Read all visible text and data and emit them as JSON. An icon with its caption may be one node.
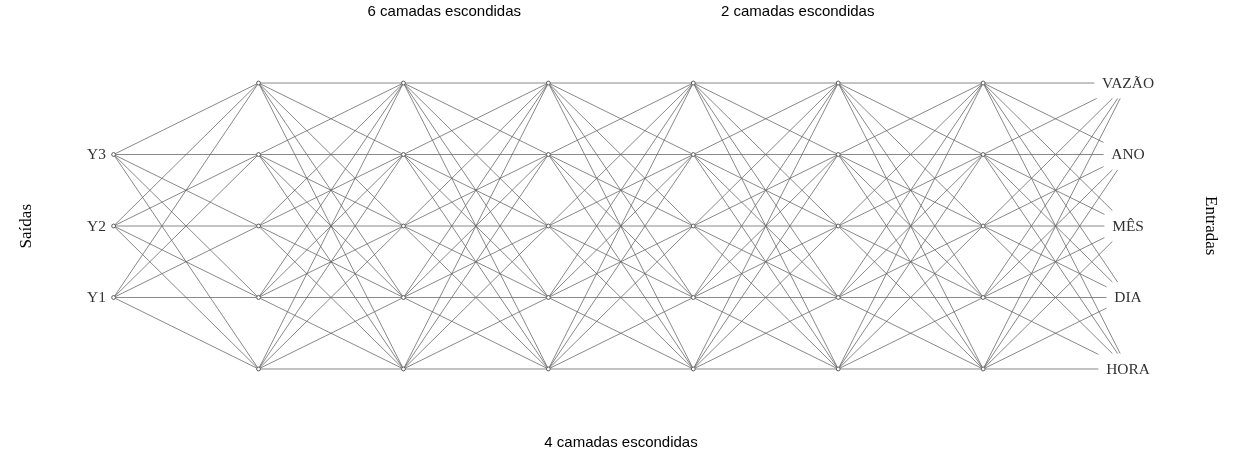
{
  "diagram": {
    "nodes": [
      {
        "text": [],
        "shape": "circle",
        "beside": [
          "Y3"
        ]
      },
      {
        "text": [],
        "shape": "circle",
        "beside": [
          "Y2"
        ]
      },
      {
        "text": [],
        "shape": "circle",
        "beside": [
          "Y1"
        ]
      },
      {
        "text": [],
        "shape": "circle"
      },
      {
        "text": [],
        "shape": "circle"
      },
      {
        "text": [],
        "shape": "circle"
      },
      {
        "text": [],
        "shape": "circle"
      },
      {
        "text": [],
        "shape": "circle"
      },
      {
        "text": [],
        "shape": "circle"
      },
      {
        "text": [],
        "shape": "circle"
      },
      {
        "text": [],
        "shape": "circle"
      },
      {
        "text": [],
        "shape": "circle"
      },
      {
        "text": [],
        "shape": "circle"
      },
      {
        "text": [],
        "shape": "circle"
      },
      {
        "text": [],
        "shape": "circle"
      },
      {
        "text": [],
        "shape": "circle"
      },
      {
        "text": [],
        "shape": "circle"
      },
      {
        "text": [],
        "shape": "circle"
      },
      {
        "text": [],
        "shape": "circle"
      },
      {
        "text": [],
        "shape": "circle"
      },
      {
        "text": [],
        "shape": "circle"
      },
      {
        "text": [],
        "shape": "circle"
      },
      {
        "text": [],
        "shape": "circle"
      },
      {
        "text": [],
        "shape": "circle"
      },
      {
        "text": [],
        "shape": "circle"
      },
      {
        "text": [],
        "shape": "circle"
      },
      {
        "text": [],
        "shape": "circle"
      },
      {
        "text": [],
        "shape": "circle"
      },
      {
        "text": [],
        "shape": "circle"
      },
      {
        "text": [],
        "shape": "circle"
      },
      {
        "text": [],
        "shape": "circle"
      },
      {
        "text": [],
        "shape": "circle"
      },
      {
        "text": [],
        "shape": "circle"
      },
      {
        "text": [
          "VAZÃO"
        ]
      },
      {
        "text": [
          "ANO"
        ]
      },
      {
        "text": [
          "MÊS"
        ]
      },
      {
        "text": [
          "DIA"
        ]
      },
      {
        "text": [
          "HORA"
        ]
      }
    ],
    "edges": [
      {
        "from": 0,
        "to": 3,
        "arrow": "none"
      },
      {
        "from": 0,
        "to": 4,
        "arrow": "none"
      },
      {
        "from": 0,
        "to": 5,
        "arrow": "none"
      },
      {
        "from": 0,
        "to": 6,
        "arrow": "none"
      },
      {
        "from": 0,
        "to": 7,
        "arrow": "none"
      },
      {
        "from": 1,
        "to": 3,
        "arrow": "none"
      },
      {
        "from": 1,
        "to": 4,
        "arrow": "none"
      },
      {
        "from": 1,
        "to": 5,
        "arrow": "none"
      },
      {
        "from": 1,
        "to": 6,
        "arrow": "none"
      },
      {
        "from": 1,
        "to": 7,
        "arrow": "none"
      },
      {
        "from": 2,
        "to": 3,
        "arrow": "none"
      },
      {
        "from": 2,
        "to": 4,
        "arrow": "none"
      },
      {
        "from": 2,
        "to": 5,
        "arrow": "none"
      },
      {
        "from": 2,
        "to": 6,
        "arrow": "none"
      },
      {
        "from": 2,
        "to": 7,
        "arrow": "none"
      },
      {
        "from": 3,
        "to": 8,
        "arrow": "none"
      },
      {
        "from": 3,
        "to": 9,
        "arrow": "none"
      },
      {
        "from": 3,
        "to": 10,
        "arrow": "none"
      },
      {
        "from": 3,
        "to": 11,
        "arrow": "none"
      },
      {
        "from": 3,
        "to": 12,
        "arrow": "none"
      },
      {
        "from": 4,
        "to": 8,
        "arrow": "none"
      },
      {
        "from": 4,
        "to": 9,
        "arrow": "none"
      },
      {
        "from": 4,
        "to": 10,
        "arrow": "none"
      },
      {
        "from": 4,
        "to": 11,
        "arrow": "none"
      },
      {
        "from": 4,
        "to": 12,
        "arrow": "none"
      },
      {
        "from": 5,
        "to": 8,
        "arrow": "none"
      },
      {
        "from": 5,
        "to": 9,
        "arrow": "none"
      },
      {
        "from": 5,
        "to": 10,
        "arrow": "none"
      },
      {
        "from": 5,
        "to": 11,
        "arrow": "none"
      },
      {
        "from": 5,
        "to": 12,
        "arrow": "none"
      },
      {
        "from": 6,
        "to": 8,
        "arrow": "none"
      },
      {
        "from": 6,
        "to": 9,
        "arrow": "none"
      },
      {
        "from": 6,
        "to": 10,
        "arrow": "none"
      },
      {
        "from": 6,
        "to": 11,
        "arrow": "none"
      },
      {
        "from": 6,
        "to": 12,
        "arrow": "none"
      },
      {
        "from": 7,
        "to": 8,
        "arrow": "none"
      },
      {
        "from": 7,
        "to": 9,
        "arrow": "none"
      },
      {
        "from": 7,
        "to": 10,
        "arrow": "none"
      },
      {
        "from": 7,
        "to": 11,
        "arrow": "none"
      },
      {
        "from": 7,
        "to": 12,
        "arrow": "none"
      },
      {
        "from": 8,
        "to": 13,
        "arrow": "none"
      },
      {
        "from": 8,
        "to": 14,
        "arrow": "none"
      },
      {
        "from": 8,
        "to": 15,
        "arrow": "none"
      },
      {
        "from": 8,
        "to": 16,
        "arrow": "none"
      },
      {
        "from": 8,
        "to": 17,
        "arrow": "none"
      },
      {
        "from": 9,
        "to": 13,
        "arrow": "none"
      },
      {
        "from": 9,
        "to": 14,
        "arrow": "none"
      },
      {
        "from": 9,
        "to": 15,
        "arrow": "none"
      },
      {
        "from": 9,
        "to": 16,
        "arrow": "none"
      },
      {
        "from": 9,
        "to": 17,
        "arrow": "none"
      },
      {
        "from": 10,
        "to": 13,
        "arrow": "none"
      },
      {
        "from": 10,
        "to": 14,
        "arrow": "none"
      },
      {
        "from": 10,
        "to": 15,
        "arrow": "none"
      },
      {
        "from": 10,
        "to": 16,
        "arrow": "none"
      },
      {
        "from": 10,
        "to": 17,
        "arrow": "none"
      },
      {
        "from": 11,
        "to": 13,
        "arrow": "none"
      },
      {
        "from": 11,
        "to": 14,
        "arrow": "none"
      },
      {
        "from": 11,
        "to": 15,
        "arrow": "none"
      },
      {
        "from": 11,
        "to": 16,
        "arrow": "none"
      },
      {
        "from": 11,
        "to": 17,
        "arrow": "none"
      },
      {
        "from": 12,
        "to": 13,
        "arrow": "none"
      },
      {
        "from": 12,
        "to": 14,
        "arrow": "none"
      },
      {
        "from": 12,
        "to": 15,
        "arrow": "none"
      },
      {
        "from": 12,
        "to": 16,
        "arrow": "none"
      },
      {
        "from": 12,
        "to": 17,
        "arrow": "none"
      },
      {
        "from": 13,
        "to": 18,
        "arrow": "none"
      },
      {
        "from": 13,
        "to": 19,
        "arrow": "none"
      },
      {
        "from": 13,
        "to": 20,
        "arrow": "none"
      },
      {
        "from": 13,
        "to": 21,
        "arrow": "none"
      },
      {
        "from": 13,
        "to": 22,
        "arrow": "none"
      },
      {
        "from": 14,
        "to": 18,
        "arrow": "none"
      },
      {
        "from": 14,
        "to": 19,
        "arrow": "none"
      },
      {
        "from": 14,
        "to": 20,
        "arrow": "none"
      },
      {
        "from": 14,
        "to": 21,
        "arrow": "none"
      },
      {
        "from": 14,
        "to": 22,
        "arrow": "none"
      },
      {
        "from": 15,
        "to": 18,
        "arrow": "none"
      },
      {
        "from": 15,
        "to": 19,
        "arrow": "none"
      },
      {
        "from": 15,
        "to": 20,
        "arrow": "none"
      },
      {
        "from": 15,
        "to": 21,
        "arrow": "none"
      },
      {
        "from": 15,
        "to": 22,
        "arrow": "none"
      },
      {
        "from": 16,
        "to": 18,
        "arrow": "none"
      },
      {
        "from": 16,
        "to": 19,
        "arrow": "none"
      },
      {
        "from": 16,
        "to": 20,
        "arrow": "none"
      },
      {
        "from": 16,
        "to": 21,
        "arrow": "none"
      },
      {
        "from": 16,
        "to": 22,
        "arrow": "none"
      },
      {
        "from": 17,
        "to": 18,
        "arrow": "none"
      },
      {
        "from": 17,
        "to": 19,
        "arrow": "none"
      },
      {
        "from": 17,
        "to": 20,
        "arrow": "none"
      },
      {
        "from": 17,
        "to": 21,
        "arrow": "none"
      },
      {
        "from": 17,
        "to": 22,
        "arrow": "none"
      },
      {
        "from": 18,
        "to": 23,
        "arrow": "none"
      },
      {
        "from": 18,
        "to": 24,
        "arrow": "none"
      },
      {
        "from": 18,
        "to": 25,
        "arrow": "none"
      },
      {
        "from": 18,
        "to": 26,
        "arrow": "none"
      },
      {
        "from": 18,
        "to": 27,
        "arrow": "none"
      },
      {
        "from": 19,
        "to": 23,
        "arrow": "none"
      },
      {
        "from": 19,
        "to": 24,
        "arrow": "none"
      },
      {
        "from": 19,
        "to": 25,
        "arrow": "none"
      },
      {
        "from": 19,
        "to": 26,
        "arrow": "none"
      },
      {
        "from": 19,
        "to": 27,
        "arrow": "none"
      },
      {
        "from": 20,
        "to": 23,
        "arrow": "none"
      },
      {
        "from": 20,
        "to": 24,
        "arrow": "none"
      },
      {
        "from": 20,
        "to": 25,
        "arrow": "none"
      },
      {
        "from": 20,
        "to": 26,
        "arrow": "none"
      },
      {
        "from": 20,
        "to": 27,
        "arrow": "none"
      },
      {
        "from": 21,
        "to": 23,
        "arrow": "none"
      },
      {
        "from": 21,
        "to": 24,
        "arrow": "none"
      },
      {
        "from": 21,
        "to": 25,
        "arrow": "none"
      },
      {
        "from": 21,
        "to": 26,
        "arrow": "none"
      },
      {
        "from": 21,
        "to": 27,
        "arrow": "none"
      },
      {
        "from": 22,
        "to": 23,
        "arrow": "none"
      },
      {
        "from": 22,
        "to": 24,
        "arrow": "none"
      },
      {
        "from": 22,
        "to": 25,
        "arrow": "none"
      },
      {
        "from": 22,
        "to": 26,
        "arrow": "none"
      },
      {
        "from": 22,
        "to": 27,
        "arrow": "none"
      },
      {
        "from": 23,
        "to": 28,
        "arrow": "none"
      },
      {
        "from": 23,
        "to": 29,
        "arrow": "none"
      },
      {
        "from": 23,
        "to": 30,
        "arrow": "none"
      },
      {
        "from": 23,
        "to": 31,
        "arrow": "none"
      },
      {
        "from": 23,
        "to": 32,
        "arrow": "none"
      },
      {
        "from": 24,
        "to": 28,
        "arrow": "none"
      },
      {
        "from": 24,
        "to": 29,
        "arrow": "none"
      },
      {
        "from": 24,
        "to": 30,
        "arrow": "none"
      },
      {
        "from": 24,
        "to": 31,
        "arrow": "none"
      },
      {
        "from": 24,
        "to": 32,
        "arrow": "none"
      },
      {
        "from": 25,
        "to": 28,
        "arrow": "none"
      },
      {
        "from": 25,
        "to": 29,
        "arrow": "none"
      },
      {
        "from": 25,
        "to": 30,
        "arrow": "none"
      },
      {
        "from": 25,
        "to": 31,
        "arrow": "none"
      },
      {
        "from": 25,
        "to": 32,
        "arrow": "none"
      },
      {
        "from": 26,
        "to": 28,
        "arrow": "none"
      },
      {
        "from": 26,
        "to": 29,
        "arrow": "none"
      },
      {
        "from": 26,
        "to": 30,
        "arrow": "none"
      },
      {
        "from": 26,
        "to": 31,
        "arrow": "none"
      },
      {
        "from": 26,
        "to": 32,
        "arrow": "none"
      },
      {
        "from": 27,
        "to": 28,
        "arrow": "none"
      },
      {
        "from": 27,
        "to": 29,
        "arrow": "none"
      },
      {
        "from": 27,
        "to": 30,
        "arrow": "none"
      },
      {
        "from": 27,
        "to": 31,
        "arrow": "none"
      },
      {
        "from": 27,
        "to": 32,
        "arrow": "none"
      },
      {
        "from": 28,
        "to": 33,
        "arrow": "none"
      },
      {
        "from": 28,
        "to": 34,
        "arrow": "none"
      },
      {
        "from": 28,
        "to": 35,
        "arrow": "none"
      },
      {
        "from": 28,
        "to": 36,
        "arrow": "none"
      },
      {
        "from": 28,
        "to": 37,
        "arrow": "none"
      },
      {
        "from": 29,
        "to": 33,
        "arrow": "none"
      },
      {
        "from": 29,
        "to": 34,
        "arrow": "none"
      },
      {
        "from": 29,
        "to": 35,
        "arrow": "none"
      },
      {
        "from": 29,
        "to": 36,
        "arrow": "none"
      },
      {
        "from": 29,
        "to": 37,
        "arrow": "none"
      },
      {
        "from": 30,
        "to": 33,
        "arrow": "none"
      },
      {
        "from": 30,
        "to": 34,
        "arrow": "none"
      },
      {
        "from": 30,
        "to": 35,
        "arrow": "none"
      },
      {
        "from": 30,
        "to": 36,
        "arrow": "none"
      },
      {
        "from": 30,
        "to": 37,
        "arrow": "none"
      },
      {
        "from": 31,
        "to": 33,
        "arrow": "none"
      },
      {
        "from": 31,
        "to": 34,
        "arrow": "none"
      },
      {
        "from": 31,
        "to": 35,
        "arrow": "none"
      },
      {
        "from": 31,
        "to": 36,
        "arrow": "none"
      },
      {
        "from": 31,
        "to": 37,
        "arrow": "none"
      },
      {
        "from": 32,
        "to": 33,
        "arrow": "none"
      },
      {
        "from": 32,
        "to": 34,
        "arrow": "none"
      },
      {
        "from": 32,
        "to": 35,
        "arrow": "none"
      },
      {
        "from": 32,
        "to": 36,
        "arrow": "none"
      },
      {
        "from": 32,
        "to": 37,
        "arrow": "none"
      }
    ],
    "labels": [
      "6 camadas escondidas",
      "2 camadas escondidas",
      "Saídas",
      "Entradas",
      "4 camadas escondidas"
    ]
  }
}
